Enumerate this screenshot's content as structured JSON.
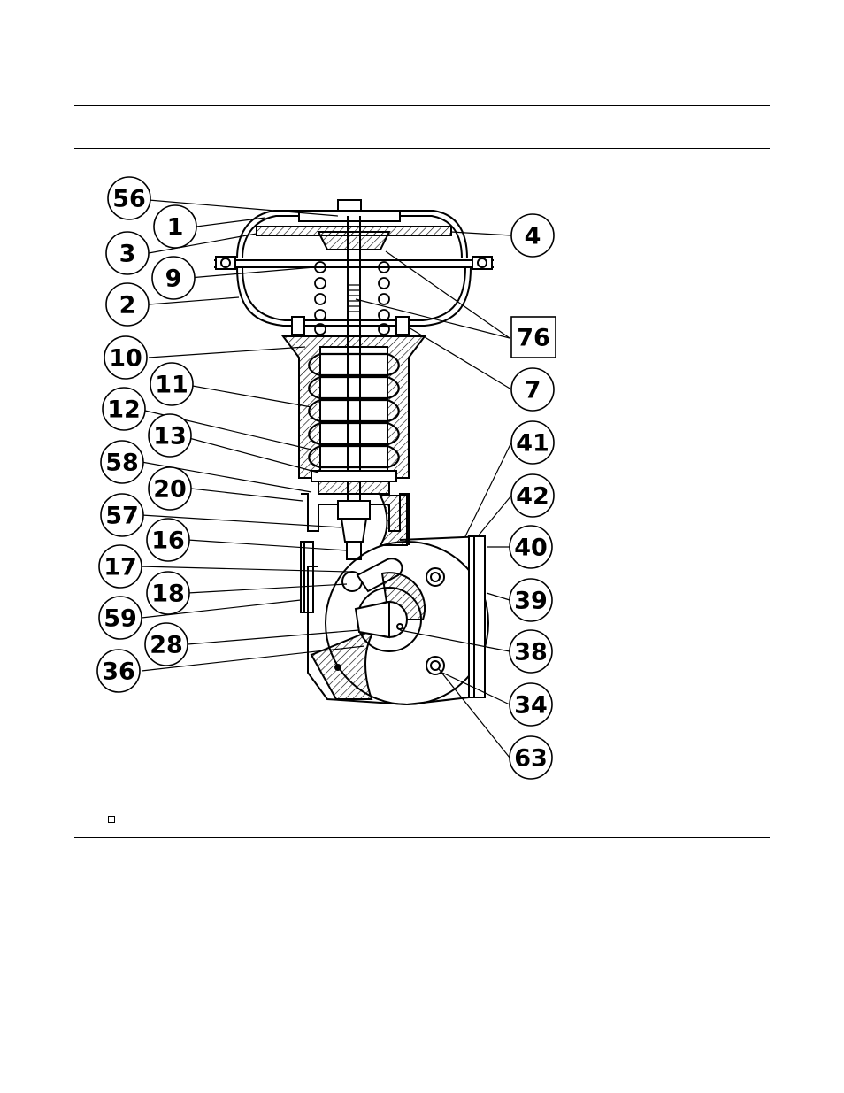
{
  "diagram": {
    "callouts": {
      "c56": "56",
      "c1": "1",
      "c3": "3",
      "c9": "9",
      "c2": "2",
      "c10": "10",
      "c11": "11",
      "c12": "12",
      "c13": "13",
      "c58": "58",
      "c20": "20",
      "c57": "57",
      "c16": "16",
      "c17": "17",
      "c18": "18",
      "c59": "59",
      "c28": "28",
      "c36": "36",
      "c4": "4",
      "c76": "76",
      "c7": "7",
      "c41": "41",
      "c42": "42",
      "c40": "40",
      "c39": "39",
      "c38": "38",
      "c34": "34",
      "c63": "63"
    }
  }
}
